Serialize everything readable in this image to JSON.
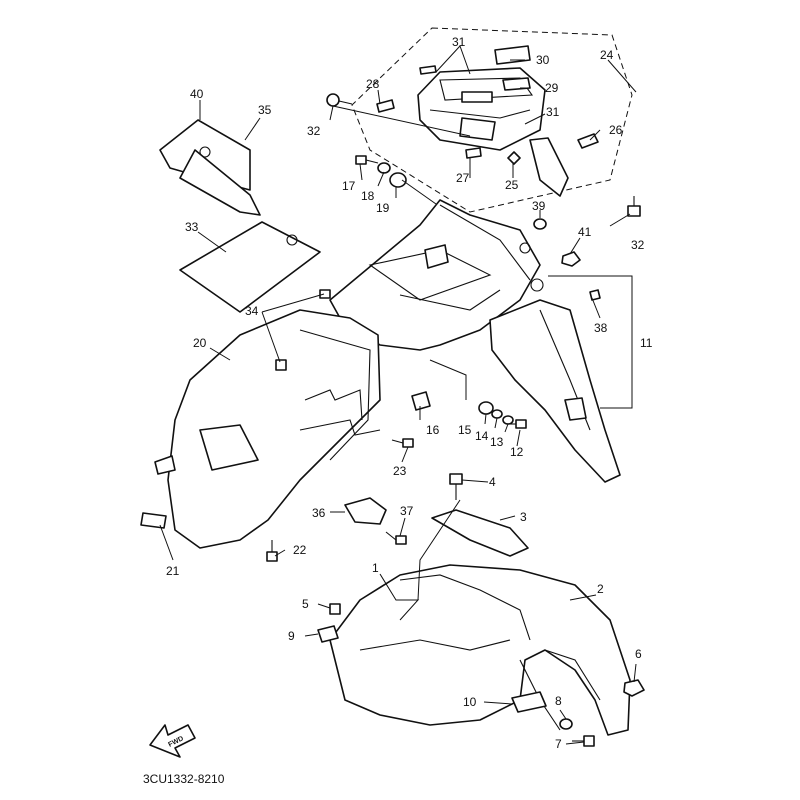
{
  "diagram": {
    "callouts": [
      {
        "id": "c1",
        "label": "1"
      },
      {
        "id": "c2",
        "label": "2"
      },
      {
        "id": "c3",
        "label": "3"
      },
      {
        "id": "c4",
        "label": "4"
      },
      {
        "id": "c5",
        "label": "5"
      },
      {
        "id": "c6",
        "label": "6"
      },
      {
        "id": "c7",
        "label": "7"
      },
      {
        "id": "c8",
        "label": "8"
      },
      {
        "id": "c9",
        "label": "9"
      },
      {
        "id": "c10",
        "label": "10"
      },
      {
        "id": "c11",
        "label": "11"
      },
      {
        "id": "c12",
        "label": "12"
      },
      {
        "id": "c13",
        "label": "13"
      },
      {
        "id": "c14",
        "label": "14"
      },
      {
        "id": "c15",
        "label": "15"
      },
      {
        "id": "c16",
        "label": "16"
      },
      {
        "id": "c17",
        "label": "17"
      },
      {
        "id": "c18",
        "label": "18"
      },
      {
        "id": "c19",
        "label": "19"
      },
      {
        "id": "c20",
        "label": "20"
      },
      {
        "id": "c21",
        "label": "21"
      },
      {
        "id": "c22",
        "label": "22"
      },
      {
        "id": "c23",
        "label": "23"
      },
      {
        "id": "c24",
        "label": "24"
      },
      {
        "id": "c25",
        "label": "25"
      },
      {
        "id": "c26",
        "label": "26"
      },
      {
        "id": "c27",
        "label": "27"
      },
      {
        "id": "c28",
        "label": "28"
      },
      {
        "id": "c29",
        "label": "29"
      },
      {
        "id": "c30",
        "label": "30"
      },
      {
        "id": "c31a",
        "label": "31"
      },
      {
        "id": "c31b",
        "label": "31"
      },
      {
        "id": "c32a",
        "label": "32"
      },
      {
        "id": "c32b",
        "label": "32"
      },
      {
        "id": "c33",
        "label": "33"
      },
      {
        "id": "c34",
        "label": "34"
      },
      {
        "id": "c35",
        "label": "35"
      },
      {
        "id": "c36",
        "label": "36"
      },
      {
        "id": "c37",
        "label": "37"
      },
      {
        "id": "c38",
        "label": "38"
      },
      {
        "id": "c39",
        "label": "39"
      },
      {
        "id": "c40",
        "label": "40"
      },
      {
        "id": "c41",
        "label": "41"
      }
    ],
    "fwd_label": "FWD",
    "drawing_code": "3CU1332-8210"
  }
}
